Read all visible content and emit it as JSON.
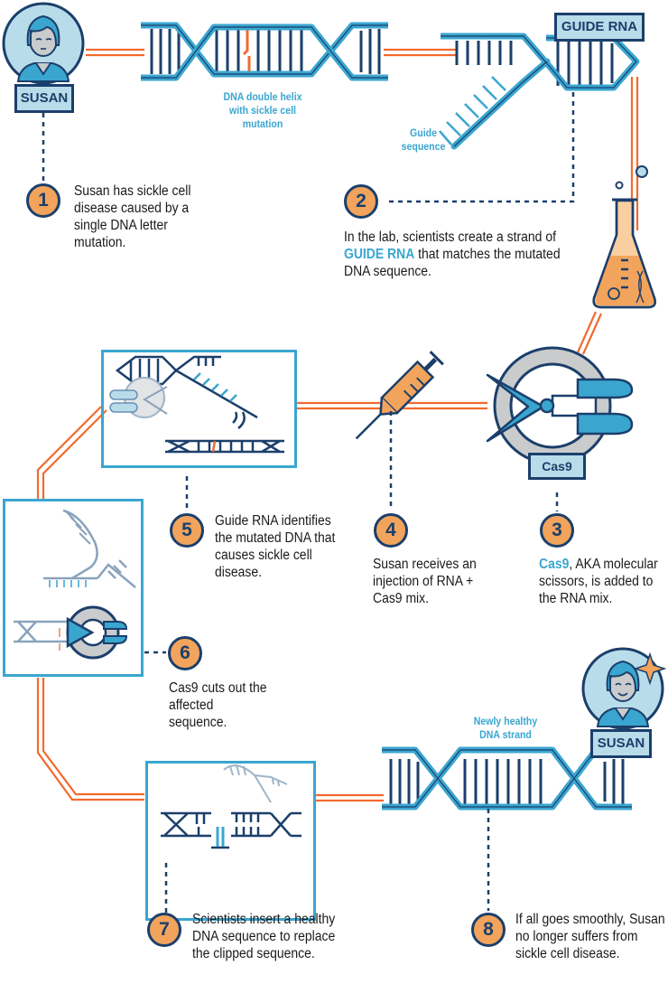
{
  "colors": {
    "navy": "#1b3f6b",
    "blue": "#3aa6d0",
    "light_blue": "#b9dcea",
    "orange_line": "#f26a2e",
    "orange_badge": "#f2a45c",
    "gray": "#c9cbcd"
  },
  "title": "CRISPR-Cas9 sickle cell treatment process",
  "characters": {
    "susan_start": {
      "name": "SUSAN",
      "state": "sick"
    },
    "susan_end": {
      "name": "SUSAN",
      "state": "healthy"
    }
  },
  "labels": {
    "dna_mutation": "DNA double helix with sickle cell mutation",
    "guide_rna_tag": "GUIDE RNA",
    "guide_sequence": "Guide sequence",
    "cas9_tag": "Cas9",
    "healthy_dna": "Newly healthy DNA strand"
  },
  "steps": [
    {
      "number": "1",
      "text": "Susan has sickle cell disease caused by a single DNA letter mutation."
    },
    {
      "number": "2",
      "text_before": "In the lab, scientists create a strand of ",
      "highlight": "GUIDE RNA",
      "text_after": " that matches the mutated DNA sequence."
    },
    {
      "number": "3",
      "highlight": "Cas9",
      "text_after": ", AKA molecular scissors, is added to the RNA mix."
    },
    {
      "number": "4",
      "text": "Susan receives an injection of RNA + Cas9 mix."
    },
    {
      "number": "5",
      "text": "Guide RNA identifies the mutated DNA that causes sickle cell disease."
    },
    {
      "number": "6",
      "text": "Cas9 cuts out the affected sequence."
    },
    {
      "number": "7",
      "text": "Scientists insert a healthy DNA sequence to replace the clipped sequence."
    },
    {
      "number": "8",
      "text": "If all goes smoothly, Susan no longer suffers from sickle cell disease."
    }
  ],
  "icons": [
    "person-avatar-icon",
    "dna-helix-icon",
    "guide-rna-icon",
    "flask-icon",
    "cas9-scissors-icon",
    "syringe-icon",
    "sparkle-icon"
  ]
}
